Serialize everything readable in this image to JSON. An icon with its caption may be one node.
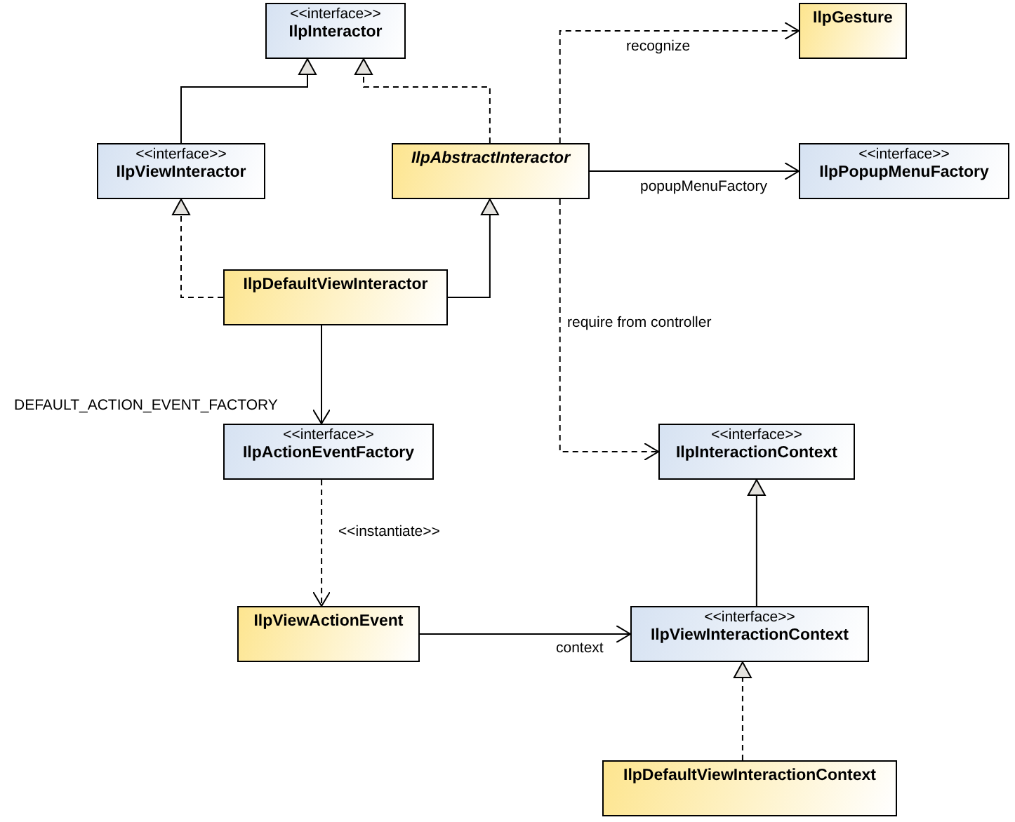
{
  "diagram": {
    "nodes": [
      {
        "text": [
          "<<interface>>",
          "IlpInteractor"
        ]
      },
      {
        "text": [
          "<<interface>>",
          "IlpViewInteractor"
        ]
      },
      {
        "text": [
          "IlpAbstractInteractor"
        ]
      },
      {
        "text": [
          "IlpGesture"
        ]
      },
      {
        "text": [
          "<<interface>>",
          "IlpPopupMenuFactory"
        ]
      },
      {
        "text": [
          "IlpDefaultViewInteractor"
        ]
      },
      {
        "text": [
          "<<interface>>",
          "IlpActionEventFactory"
        ]
      },
      {
        "text": [
          "<<interface>>",
          "IlpInteractionContext"
        ]
      },
      {
        "text": [
          "IlpViewActionEvent"
        ]
      },
      {
        "text": [
          "<<interface>>",
          "IlpViewInteractionContext"
        ]
      },
      {
        "text": [
          "IlpDefaultViewInteractionContext"
        ]
      }
    ],
    "edges": [
      {
        "from": 1,
        "to": 0,
        "arrow": "to"
      },
      {
        "from": 2,
        "to": 0,
        "arrow": "to",
        "style": "dashed"
      },
      {
        "from": 5,
        "to": 1,
        "arrow": "to",
        "style": "dashed"
      },
      {
        "from": 5,
        "to": 2,
        "arrow": "to"
      },
      {
        "from": 2,
        "to": 3,
        "arrow": "to",
        "style": "dashed",
        "label": "recognize"
      },
      {
        "from": 2,
        "to": 4,
        "arrow": "to",
        "label": "popupMenuFactory"
      },
      {
        "from": 2,
        "to": 7,
        "arrow": "to",
        "style": "dashed",
        "label": "require from controller"
      },
      {
        "from": 5,
        "to": 6,
        "arrow": "to",
        "label": "DEFAULT_ACTION_EVENT_FACTORY"
      },
      {
        "from": 6,
        "to": 8,
        "arrow": "to",
        "style": "dashed",
        "label": "<<instantiate>>"
      },
      {
        "from": 8,
        "to": 9,
        "arrow": "to",
        "label": "context"
      },
      {
        "from": 9,
        "to": 7,
        "arrow": "to"
      },
      {
        "from": 10,
        "to": 9,
        "arrow": "to",
        "style": "dashed"
      }
    ]
  }
}
